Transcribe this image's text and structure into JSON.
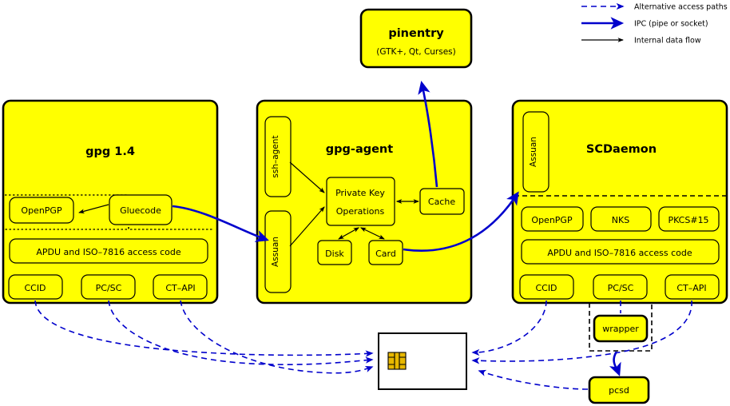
{
  "diagram": {
    "title_hidden": "GnuPG smartcard architecture",
    "colors": {
      "fill": "#ffff00",
      "stroke": "#000000",
      "ipc": "#0000cc",
      "alt": "#0000cc",
      "card_fill": "#ffffff",
      "chip": "#e8b800"
    }
  },
  "legend": {
    "items": [
      {
        "label": "Alternative access paths",
        "style": "dashed-blue",
        "icon": "dashed-arrow-icon"
      },
      {
        "label": "IPC (pipe or socket)",
        "style": "solid-blue-thick",
        "icon": "thick-arrow-icon"
      },
      {
        "label": "Internal data flow",
        "style": "solid-black-thin",
        "icon": "thin-arrow-icon"
      }
    ]
  },
  "pinentry": {
    "title": "pinentry",
    "subtitle": "(GTK+, Qt, Curses)"
  },
  "gpg": {
    "title": "gpg 1.4",
    "gluecode": "Gluecode",
    "openpgp": "OpenPGP",
    "apdu": "APDU and ISO–7816 access code",
    "readers": [
      "CCID",
      "PC/SC",
      "CT–API"
    ]
  },
  "gpgagent": {
    "title": "gpg-agent",
    "ssh_agent": "ssh–agent",
    "assuan": "Assuan",
    "private_key_ops_line1": "Private Key",
    "private_key_ops_line2": "Operations",
    "cache": "Cache",
    "disk": "Disk",
    "card": "Card"
  },
  "scdaemon": {
    "title": "SCDaemon",
    "assuan": "Assuan",
    "apps": [
      "OpenPGP",
      "NKS",
      "PKCS#15"
    ],
    "apdu": "APDU and ISO–7816 access code",
    "readers": [
      "CCID",
      "PC/SC",
      "CT–API"
    ]
  },
  "bottom": {
    "wrapper": "wrapper",
    "pcsd": "pcsd",
    "smartcard_label": ""
  }
}
